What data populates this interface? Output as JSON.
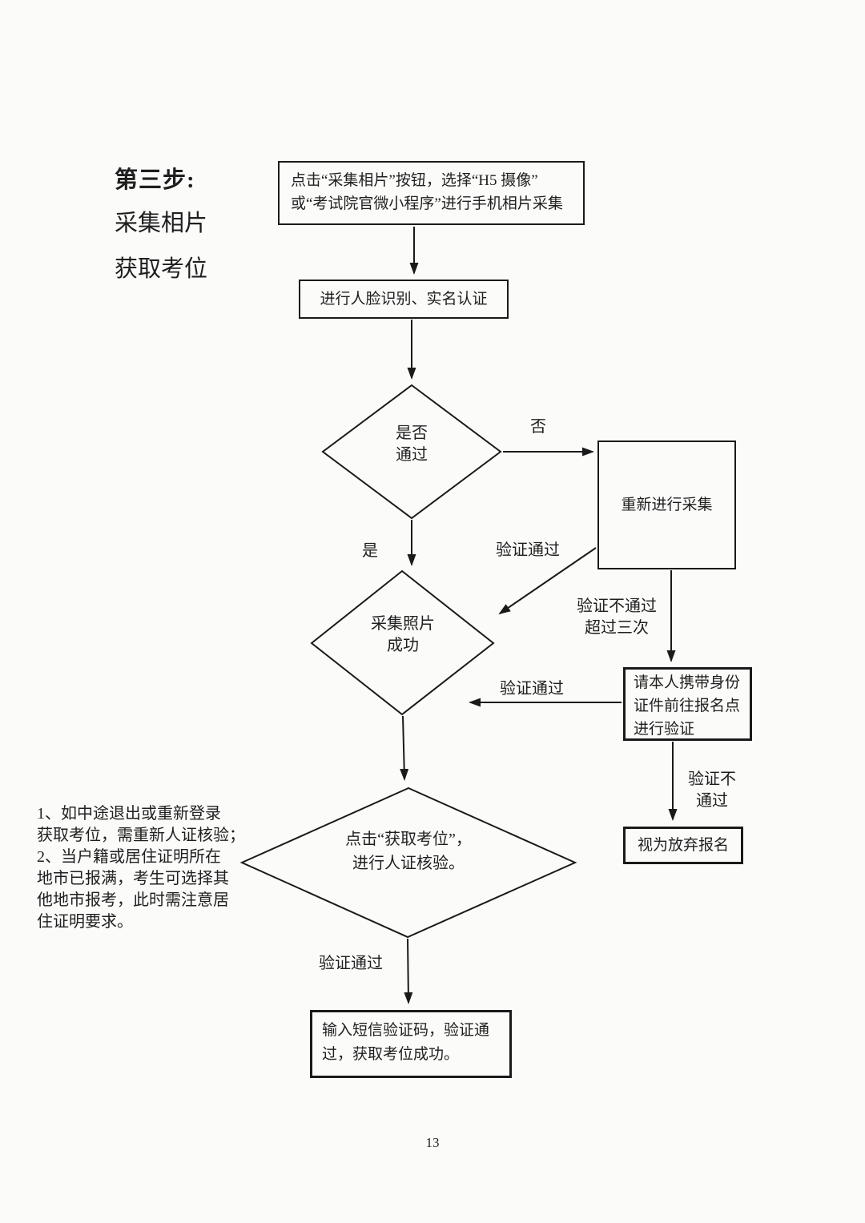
{
  "page": {
    "page_number": "13"
  },
  "header": {
    "step_title": "第三步:",
    "step_subtitle1": "采集相片",
    "step_subtitle2": "获取考位"
  },
  "flowchart": {
    "nodes": {
      "collect_photo": {
        "line1": "点击“采集相片”按钮，选择“H5 摄像”",
        "line2": "或“考试院官微小程序”进行手机相片采集"
      },
      "face_auth": {
        "text": "进行人脸识别、实名认证"
      },
      "pass_check": {
        "line1": "是否",
        "line2": "通过"
      },
      "recollect": {
        "text": "重新进行采集"
      },
      "collect_success": {
        "line1": "采集照片",
        "line2": "成功"
      },
      "onsite_verify": {
        "line1": "请本人携带身份",
        "line2": "证件前往报名点",
        "line3": "进行验证"
      },
      "abandon": {
        "text": "视为放弃报名"
      },
      "get_seat": {
        "line1": "点击“获取考位”，",
        "line2": "进行人证核验。"
      },
      "sms_verify": {
        "line1": "输入短信验证码，验证通",
        "line2": "过，获取考位成功。"
      }
    },
    "edge_labels": {
      "no": "否",
      "yes": "是",
      "verify_pass_diagonal": "验证通过",
      "verify_fail_thrice_line1": "验证不通过",
      "verify_fail_thrice_line2": "超过三次",
      "verify_pass_horizontal": "验证通过",
      "verify_fail_line1": "验证不",
      "verify_fail_line2": "通过",
      "verify_pass_bottom": "验证通过"
    }
  },
  "notes": [
    "1、如中途退出或重新登录",
    "获取考位，需重新人证核验；",
    "2、当户籍或居住证明所在",
    "地市已报满，考生可选择其",
    "他地市报考，此时需注意居",
    "住证明要求。"
  ]
}
